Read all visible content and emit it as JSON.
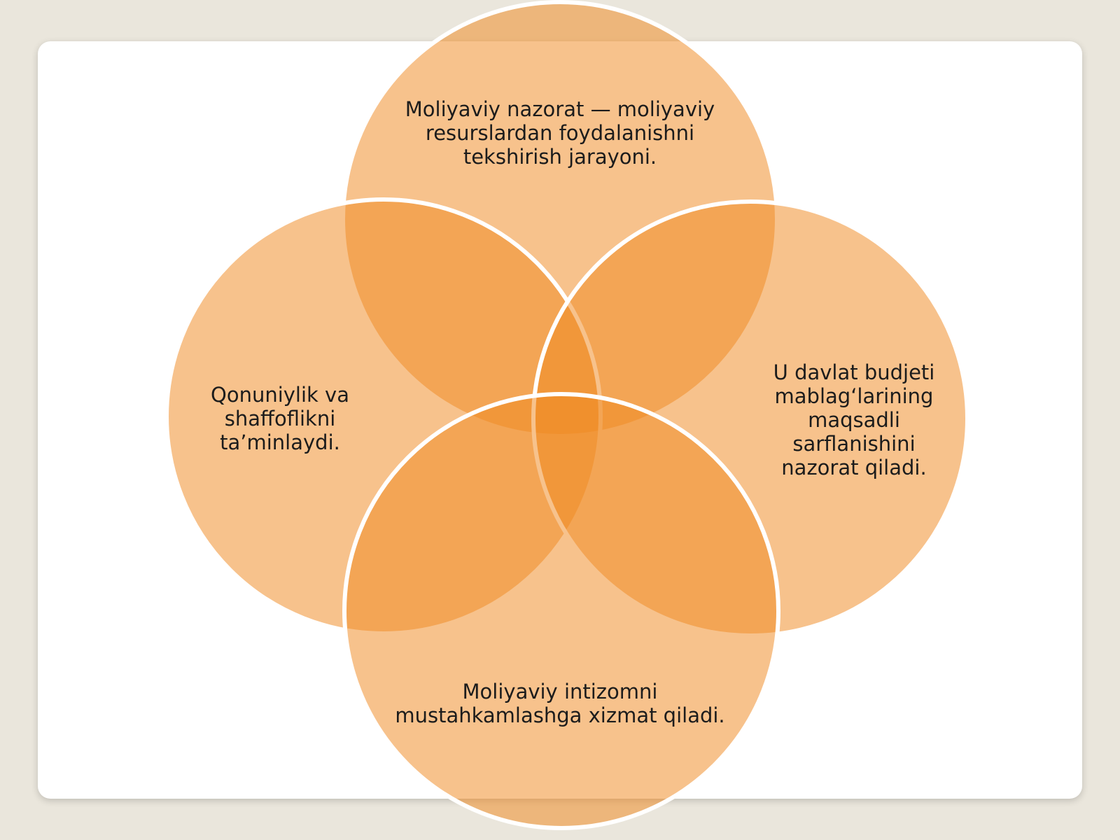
{
  "diagram": {
    "colors": {
      "background": "#eae6dc",
      "card": "#ffffff",
      "circle_fill": "#ef8a22",
      "circle_stroke": "#ffffff",
      "text": "#1c1c1c"
    },
    "circles": [
      {
        "id": "top",
        "text": "Moliyaviy nazorat — moliyaviy resurslardan foydalanishni tekshirish jarayoni."
      },
      {
        "id": "left",
        "text": "Qonuniylik va shaffoflikni ta’minlaydi."
      },
      {
        "id": "right",
        "text": "U davlat budjeti mablag‘larining maqsadli sarflanishini nazorat qiladi."
      },
      {
        "id": "bottom",
        "text": "Moliyaviy intizomni mustahkamlashga xizmat qiladi."
      }
    ]
  }
}
